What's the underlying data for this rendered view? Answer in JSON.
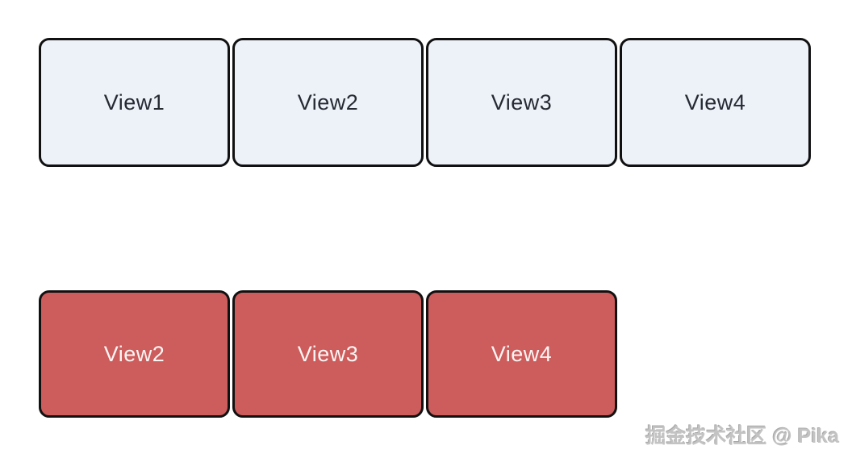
{
  "diagram": {
    "top_row": {
      "name": "view-stack-before",
      "boxes": [
        {
          "label": "View1"
        },
        {
          "label": "View2"
        },
        {
          "label": "View3"
        },
        {
          "label": "View4"
        }
      ]
    },
    "bottom_row": {
      "name": "view-stack-after",
      "boxes": [
        {
          "label": "View2"
        },
        {
          "label": "View3"
        },
        {
          "label": "View4"
        }
      ]
    }
  },
  "watermark": {
    "text": "掘金技术社区 @ Pika"
  },
  "colors": {
    "background": "#ffffff",
    "light_box_fill": "#edf1f8",
    "light_box_text": "#252a33",
    "red_box_fill": "#cd5c5c",
    "red_box_text": "#fbf6f4",
    "box_border": "#111111",
    "watermark_text": "#c3c3c3"
  }
}
